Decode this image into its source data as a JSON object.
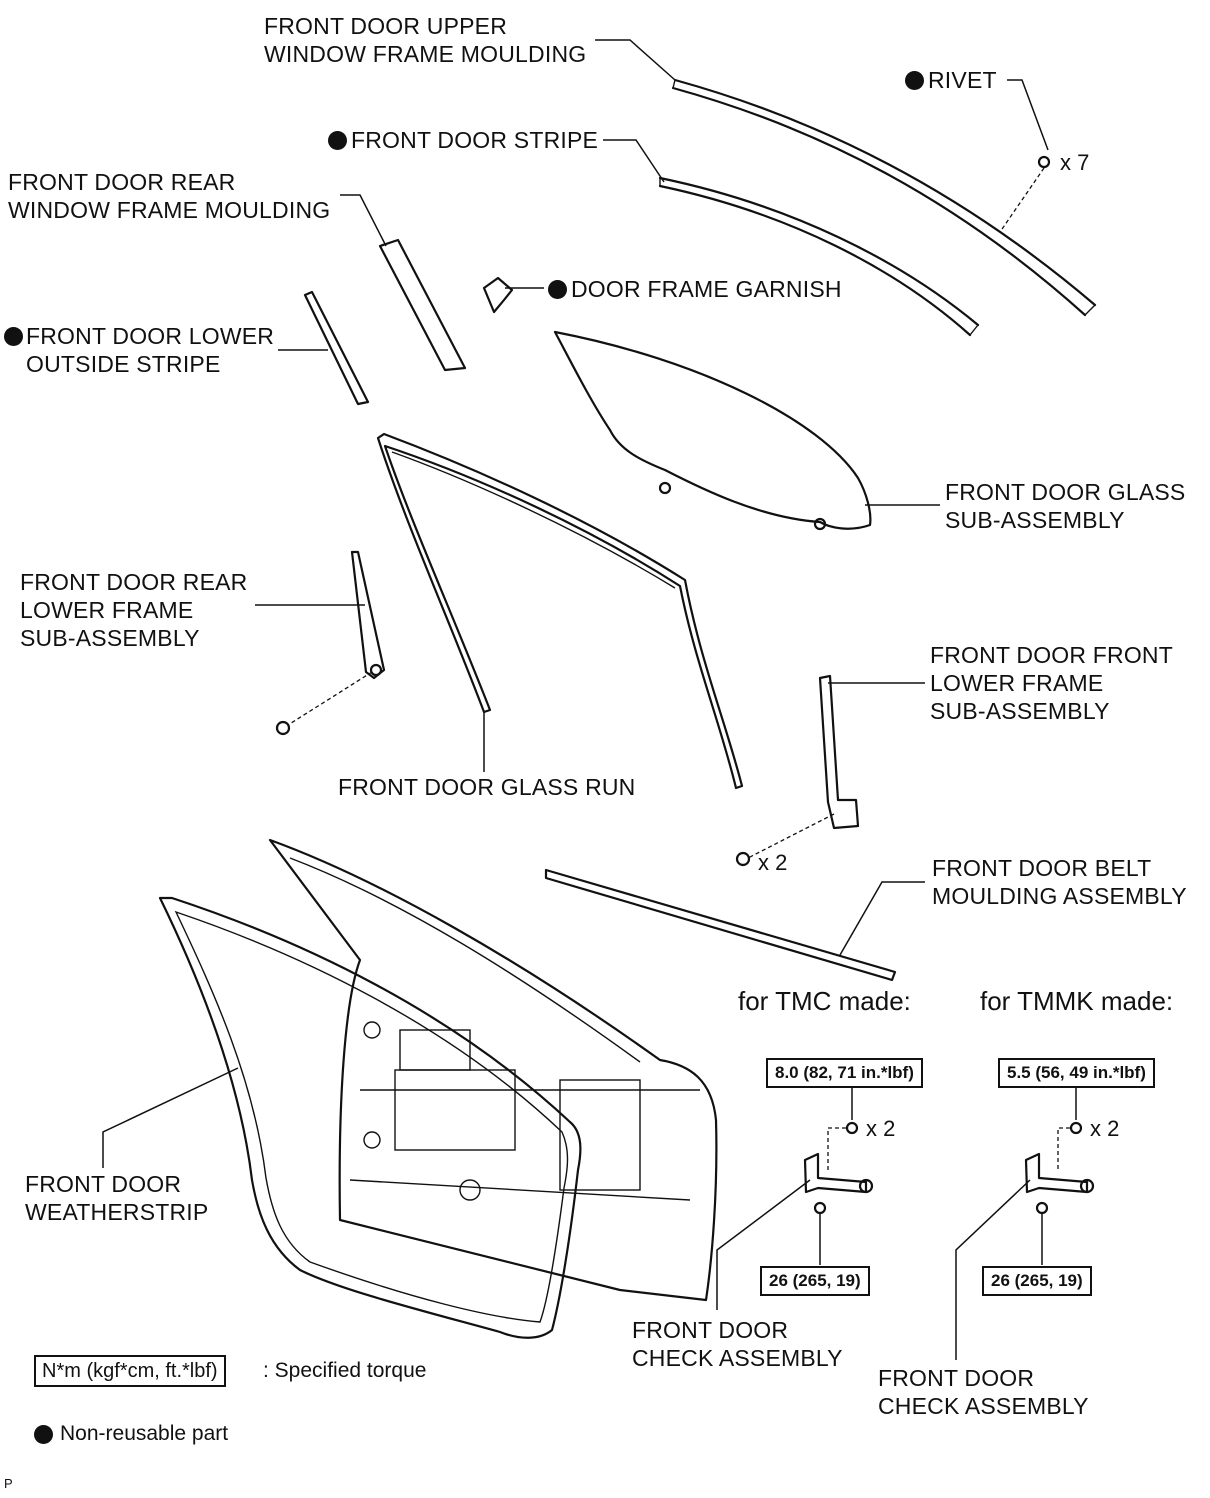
{
  "labels": {
    "upper_moulding": "FRONT DOOR UPPER\nWINDOW FRAME MOULDING",
    "rivet": "RIVET",
    "rivet_qty": "x 7",
    "stripe": "FRONT DOOR STRIPE",
    "rear_moulding": "FRONT DOOR REAR\nWINDOW FRAME MOULDING",
    "garnish": "DOOR FRAME GARNISH",
    "lower_stripe": "FRONT DOOR LOWER\nOUTSIDE STRIPE",
    "glass": "FRONT DOOR GLASS\nSUB-ASSEMBLY",
    "rear_lower_frame": "FRONT DOOR REAR\nLOWER FRAME\nSUB-ASSEMBLY",
    "front_lower_frame": "FRONT DOOR FRONT\nLOWER FRAME\nSUB-ASSEMBLY",
    "glass_run": "FRONT DOOR GLASS RUN",
    "bolt_qty": "x 2",
    "belt_moulding": "FRONT DOOR BELT\nMOULDING ASSEMBLY",
    "tmc": "for TMC made:",
    "tmmk": "for TMMK made:",
    "weatherstrip": "FRONT DOOR\nWEATHERSTRIP",
    "check_tmc": "FRONT DOOR\nCHECK ASSEMBLY",
    "check_tmmk": "FRONT DOOR\nCHECK ASSEMBLY",
    "check_tmc_qty": "x 2",
    "check_tmmk_qty": "x 2"
  },
  "torques": {
    "tmc_upper": "8.0 (82, 71 in.*lbf)",
    "tmmk_upper": "5.5 (56, 49 in.*lbf)",
    "tmc_lower": "26 (265, 19)",
    "tmmk_lower": "26 (265, 19)"
  },
  "legend": {
    "torque_box": "N*m (kgf*cm, ft.*lbf)",
    "torque_text": ": Specified torque",
    "nonreusable_text": "Non-reusable part"
  },
  "code": "P"
}
